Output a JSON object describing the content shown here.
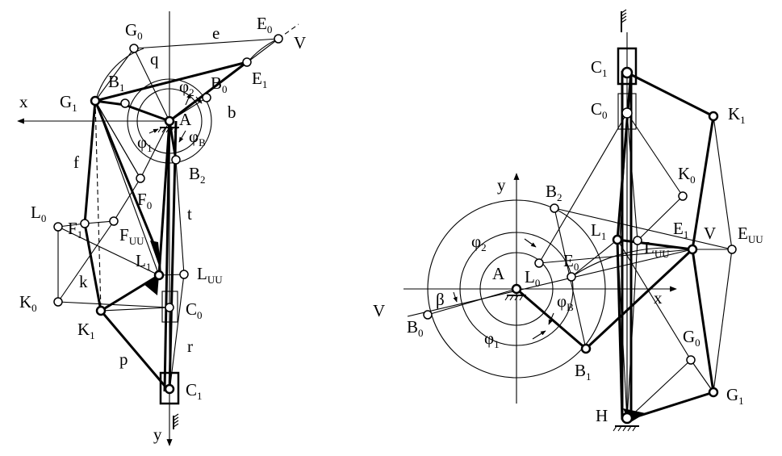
{
  "left_diagram": {
    "axes": {
      "x": "x",
      "y": "y"
    },
    "points": {
      "G0": {
        "base": "G",
        "sub": "0"
      },
      "G1": {
        "base": "G",
        "sub": "1"
      },
      "E0": {
        "base": "E",
        "sub": "0"
      },
      "E1": {
        "base": "E",
        "sub": "1"
      },
      "B0": {
        "base": "B",
        "sub": "0"
      },
      "B1": {
        "base": "B",
        "sub": "1"
      },
      "B2": {
        "base": "B",
        "sub": "2"
      },
      "A": {
        "base": "A",
        "sub": ""
      },
      "F0": {
        "base": "F",
        "sub": "0"
      },
      "F1": {
        "base": "F",
        "sub": "1"
      },
      "FUU": {
        "base": "F",
        "sub": "UU"
      },
      "L0": {
        "base": "L",
        "sub": "0"
      },
      "L1": {
        "base": "L",
        "sub": "1"
      },
      "LUU": {
        "base": "L",
        "sub": "UU"
      },
      "K0": {
        "base": "K",
        "sub": "0"
      },
      "K1": {
        "base": "K",
        "sub": "1"
      },
      "C0": {
        "base": "C",
        "sub": "0"
      },
      "C1": {
        "base": "C",
        "sub": "1"
      }
    },
    "links": {
      "e": "e",
      "q": "q",
      "b": "b",
      "f": "f",
      "t": "t",
      "k": "k",
      "p": "p",
      "r": "r",
      "V": "V"
    },
    "angles": {
      "phi2": {
        "base": "φ",
        "sub": "2"
      },
      "phi1": {
        "base": "φ",
        "sub": "1"
      },
      "phiB": {
        "base": "φ",
        "sub": "B"
      }
    }
  },
  "right_diagram": {
    "axes": {
      "x": "x",
      "y": "y"
    },
    "points": {
      "C1": {
        "base": "C",
        "sub": "1"
      },
      "C0": {
        "base": "C",
        "sub": "0"
      },
      "K1": {
        "base": "K",
        "sub": "1"
      },
      "K0": {
        "base": "K",
        "sub": "0"
      },
      "B2": {
        "base": "B",
        "sub": "2"
      },
      "L1": {
        "base": "L",
        "sub": "1"
      },
      "LUU": {
        "base": "L",
        "sub": "UU"
      },
      "E1": {
        "base": "E",
        "sub": "1"
      },
      "EUU": {
        "base": "E",
        "sub": "UU"
      },
      "E0": {
        "base": "E",
        "sub": "0"
      },
      "L0": {
        "base": "L",
        "sub": "0"
      },
      "A": {
        "base": "A",
        "sub": ""
      },
      "B0": {
        "base": "B",
        "sub": "0"
      },
      "B1": {
        "base": "B",
        "sub": "1"
      },
      "G0": {
        "base": "G",
        "sub": "0"
      },
      "G1": {
        "base": "G",
        "sub": "1"
      },
      "H": {
        "base": "H",
        "sub": ""
      }
    },
    "links": {
      "V_left": "V",
      "V_right": "V",
      "beta": "β"
    },
    "angles": {
      "phi2": {
        "base": "φ",
        "sub": "2"
      },
      "phiB": {
        "base": "φ",
        "sub": "B"
      },
      "phi1": {
        "base": "φ",
        "sub": "1"
      }
    }
  }
}
